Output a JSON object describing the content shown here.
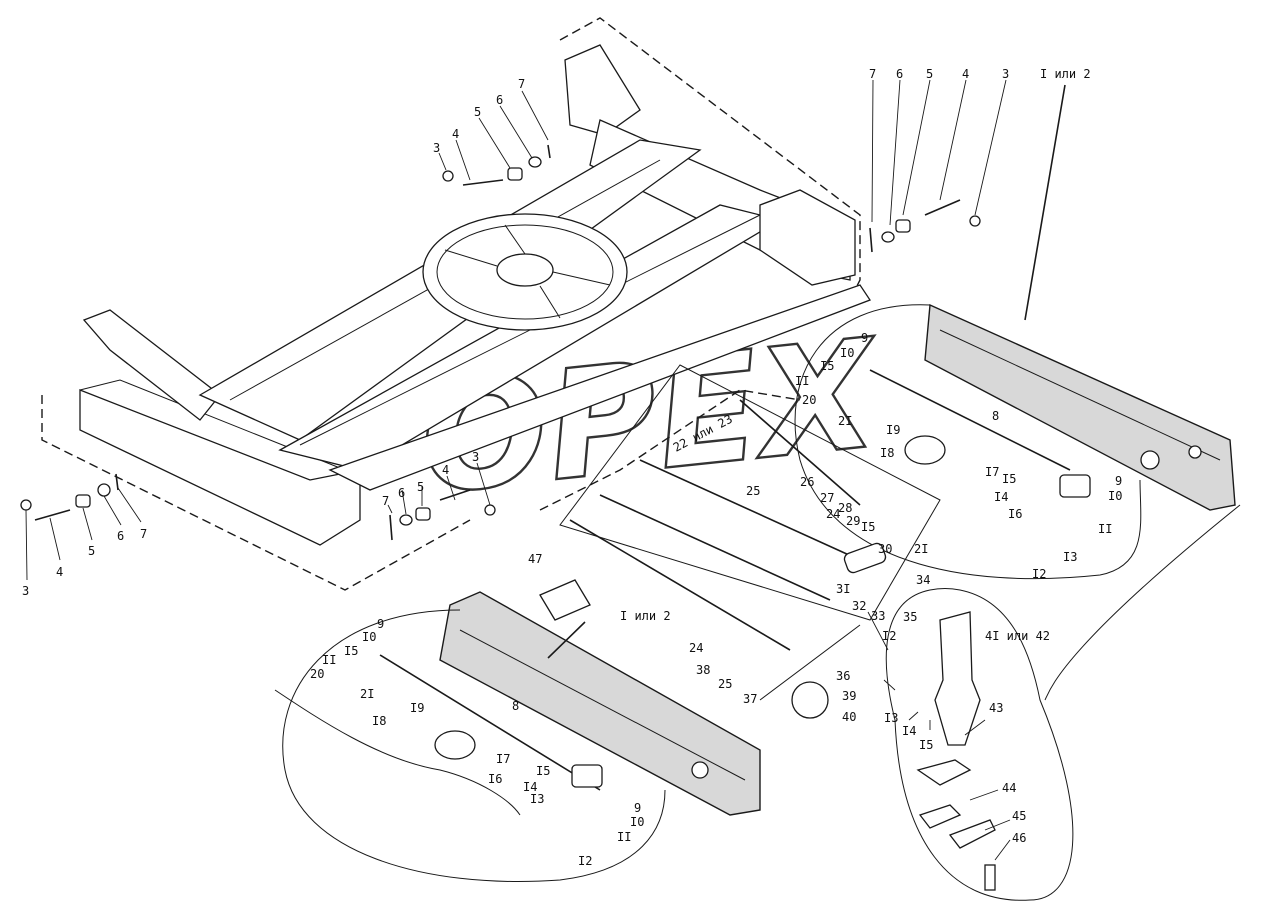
{
  "watermark": "OPEX",
  "group_labels": {
    "top_right_group": "I или 2",
    "middle_group": "I или 2",
    "left_mid_group": "22 или 23",
    "shock_group": "4I или 42"
  },
  "callouts": [
    {
      "id": "c1",
      "text": "3"
    },
    {
      "id": "c2",
      "text": "4"
    },
    {
      "id": "c3",
      "text": "5"
    },
    {
      "id": "c4",
      "text": "6"
    },
    {
      "id": "c5",
      "text": "7"
    },
    {
      "id": "c6",
      "text": "7"
    },
    {
      "id": "c7",
      "text": "6"
    },
    {
      "id": "c8",
      "text": "5"
    },
    {
      "id": "c9",
      "text": "4"
    },
    {
      "id": "c10",
      "text": "3"
    },
    {
      "id": "c11",
      "text": "3"
    },
    {
      "id": "c12",
      "text": "4"
    },
    {
      "id": "c13",
      "text": "5"
    },
    {
      "id": "c14",
      "text": "6"
    },
    {
      "id": "c15",
      "text": "7"
    },
    {
      "id": "c16",
      "text": "7"
    },
    {
      "id": "c17",
      "text": "6"
    },
    {
      "id": "c18",
      "text": "5"
    },
    {
      "id": "c19",
      "text": "4"
    },
    {
      "id": "c20",
      "text": "3"
    },
    {
      "id": "c21",
      "text": "9"
    },
    {
      "id": "c22",
      "text": "I0"
    },
    {
      "id": "c23",
      "text": "I5"
    },
    {
      "id": "c24",
      "text": "II"
    },
    {
      "id": "c25",
      "text": "20"
    },
    {
      "id": "c26",
      "text": "2I"
    },
    {
      "id": "c27",
      "text": "I9"
    },
    {
      "id": "c28",
      "text": "I8"
    },
    {
      "id": "c29",
      "text": "8"
    },
    {
      "id": "c30",
      "text": "I7"
    },
    {
      "id": "c31",
      "text": "I5"
    },
    {
      "id": "c32",
      "text": "I4"
    },
    {
      "id": "c33",
      "text": "I6"
    },
    {
      "id": "c34",
      "text": "9"
    },
    {
      "id": "c35",
      "text": "I0"
    },
    {
      "id": "c36",
      "text": "II"
    },
    {
      "id": "c37",
      "text": "I3"
    },
    {
      "id": "c38",
      "text": "I2"
    },
    {
      "id": "c39",
      "text": "26"
    },
    {
      "id": "c40",
      "text": "25"
    },
    {
      "id": "c41",
      "text": "27"
    },
    {
      "id": "c42",
      "text": "28"
    },
    {
      "id": "c43",
      "text": "24"
    },
    {
      "id": "c44",
      "text": "29"
    },
    {
      "id": "c45",
      "text": "I5"
    },
    {
      "id": "c46",
      "text": "30"
    },
    {
      "id": "c47",
      "text": "2I"
    },
    {
      "id": "c48",
      "text": "3I"
    },
    {
      "id": "c49",
      "text": "32"
    },
    {
      "id": "c50",
      "text": "33"
    },
    {
      "id": "c51",
      "text": "34"
    },
    {
      "id": "c52",
      "text": "35"
    },
    {
      "id": "c53",
      "text": "47"
    },
    {
      "id": "c54",
      "text": "24"
    },
    {
      "id": "c55",
      "text": "38"
    },
    {
      "id": "c56",
      "text": "25"
    },
    {
      "id": "c57",
      "text": "37"
    },
    {
      "id": "c58",
      "text": "36"
    },
    {
      "id": "c59",
      "text": "39"
    },
    {
      "id": "c60",
      "text": "40"
    },
    {
      "id": "c61",
      "text": "I2"
    },
    {
      "id": "c62",
      "text": "9"
    },
    {
      "id": "c63",
      "text": "I0"
    },
    {
      "id": "c64",
      "text": "II"
    },
    {
      "id": "c65",
      "text": "I5"
    },
    {
      "id": "c66",
      "text": "20"
    },
    {
      "id": "c67",
      "text": "2I"
    },
    {
      "id": "c68",
      "text": "I8"
    },
    {
      "id": "c69",
      "text": "I9"
    },
    {
      "id": "c70",
      "text": "8"
    },
    {
      "id": "c71",
      "text": "I7"
    },
    {
      "id": "c72",
      "text": "I5"
    },
    {
      "id": "c73",
      "text": "I4"
    },
    {
      "id": "c74",
      "text": "I3"
    },
    {
      "id": "c75",
      "text": "I6"
    },
    {
      "id": "c76",
      "text": "9"
    },
    {
      "id": "c77",
      "text": "I0"
    },
    {
      "id": "c78",
      "text": "II"
    },
    {
      "id": "c79",
      "text": "I2"
    },
    {
      "id": "c80",
      "text": "I3"
    },
    {
      "id": "c81",
      "text": "I4"
    },
    {
      "id": "c82",
      "text": "I5"
    },
    {
      "id": "c83",
      "text": "43"
    },
    {
      "id": "c84",
      "text": "44"
    },
    {
      "id": "c85",
      "text": "45"
    },
    {
      "id": "c86",
      "text": "46"
    }
  ]
}
